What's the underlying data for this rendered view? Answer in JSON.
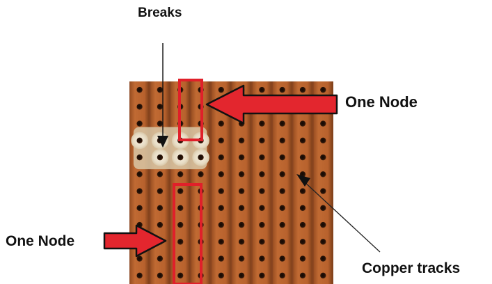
{
  "labels": {
    "breaks": "Breaks",
    "one_node_top": "One Node",
    "one_node_bottom": "One Node",
    "copper_tracks": "Copper tracks"
  },
  "board": {
    "columns": 10,
    "rows": 12,
    "copper_color": "#b4622f",
    "track_shadow": "#8a4520",
    "hole_color": "#2a1408",
    "highlight_color": "#e0202a",
    "arrow_color": "#e3262e"
  }
}
